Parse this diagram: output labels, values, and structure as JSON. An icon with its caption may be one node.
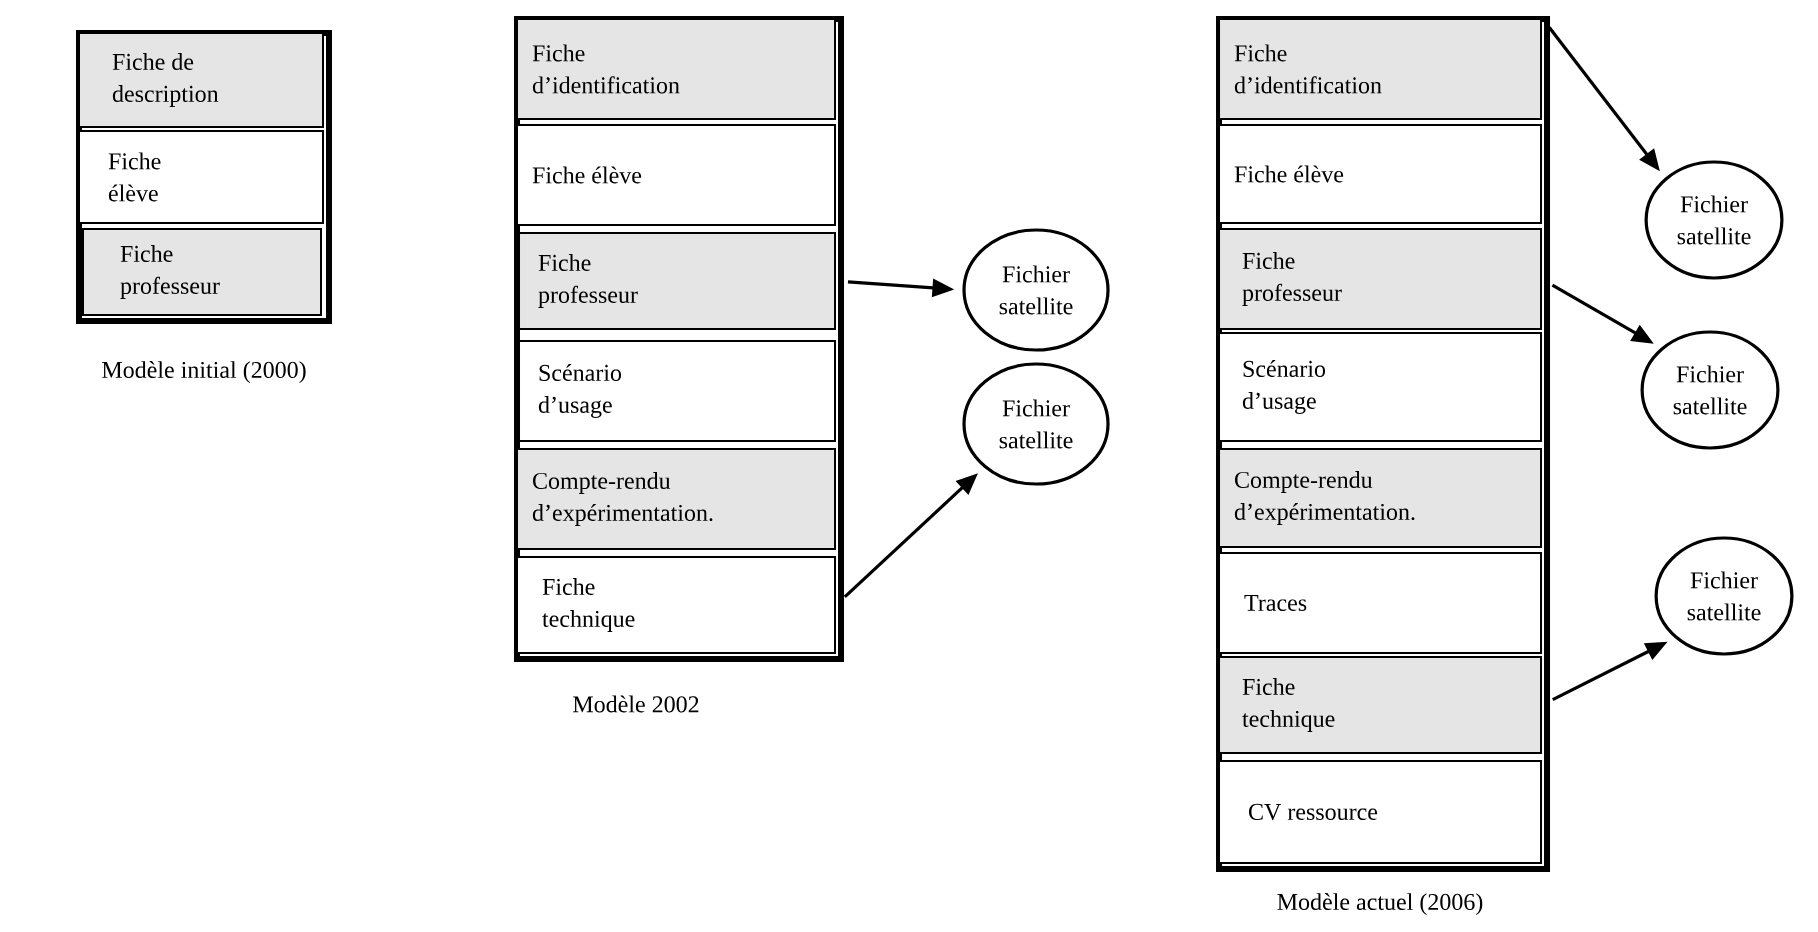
{
  "diagram": {
    "nodes": [
      {
        "text": [],
        "shape": "box",
        "beside": [
          "Modèle initial (2000)"
        ]
      },
      {
        "text": [
          "Fiche de description"
        ],
        "in": 0
      },
      {
        "text": [
          "Fiche élève"
        ],
        "in": 0
      },
      {
        "text": [
          "Fiche professeur"
        ],
        "in": 0
      },
      {
        "text": [],
        "shape": "box",
        "beside": [
          "Modèle 2002"
        ]
      },
      {
        "text": [
          "Fiche d’identification"
        ],
        "in": 4
      },
      {
        "text": [
          "Fiche élève"
        ],
        "in": 4
      },
      {
        "text": [
          "Fiche professeur"
        ],
        "in": 4
      },
      {
        "text": [
          "Scénario d’usage"
        ],
        "in": 4
      },
      {
        "text": [
          "Compte-rendu d’expérimentation."
        ],
        "in": 4
      },
      {
        "text": [
          "Fiche technique"
        ],
        "in": 4
      },
      {
        "text": [
          "Fichier satellite"
        ]
      },
      {
        "text": [
          "Fichier satellite"
        ]
      },
      {
        "text": [],
        "shape": "box",
        "beside": [
          "Modèle actuel (2006)"
        ]
      },
      {
        "text": [
          "Fiche d’identification"
        ],
        "in": 13
      },
      {
        "text": [
          "Fiche élève"
        ],
        "in": 13
      },
      {
        "text": [
          "Fiche professeur"
        ],
        "in": 13
      },
      {
        "text": [
          "Scénario d’usage"
        ],
        "in": 13
      },
      {
        "text": [
          "Compte-rendu d’expérimentation."
        ],
        "in": 13
      },
      {
        "text": [
          "Traces"
        ],
        "in": 13
      },
      {
        "text": [
          "Fiche technique"
        ],
        "in": 13
      },
      {
        "text": [
          "CV ressource"
        ],
        "in": 13
      },
      {
        "text": [
          "Fichier satellite"
        ]
      },
      {
        "text": [
          "Fichier satellite"
        ]
      },
      {
        "text": [
          "Fichier satellite"
        ]
      }
    ],
    "edges": [
      {
        "from": 7,
        "to": 11,
        "arrow": "to"
      },
      {
        "from": 10,
        "to": 12,
        "arrow": "to"
      },
      {
        "from": 14,
        "to": 22,
        "arrow": "to"
      },
      {
        "from": 16,
        "to": 23,
        "arrow": "to"
      },
      {
        "from": 20,
        "to": 24,
        "arrow": "to"
      }
    ]
  }
}
